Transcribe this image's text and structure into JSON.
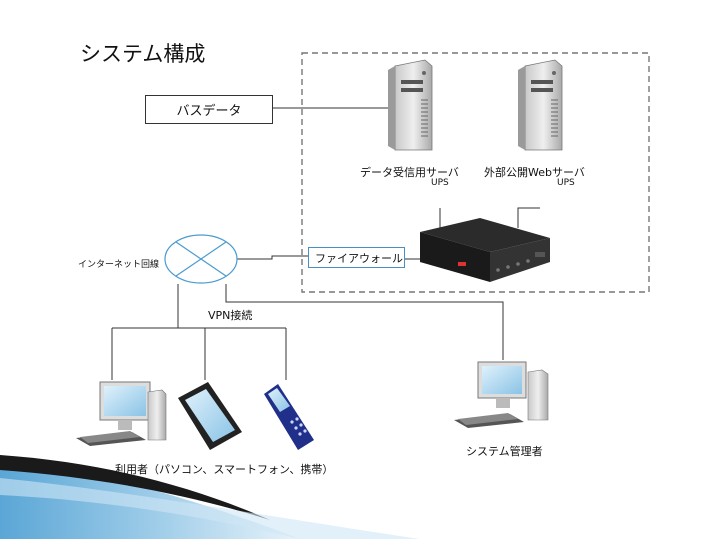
{
  "title": "システム構成",
  "bus_data": "バスデータ",
  "servers": [
    {
      "label": "データ受信用サーバ",
      "ups": "UPS"
    },
    {
      "label": "外部公開Webサーバ",
      "ups": "UPS"
    }
  ],
  "firewall": "ファイアウォール",
  "internet": "インターネット回線",
  "vpn": "VPN接続",
  "users": "利用者（パソコン、スマートフォン、携帯）",
  "admin": "システム管理者"
}
